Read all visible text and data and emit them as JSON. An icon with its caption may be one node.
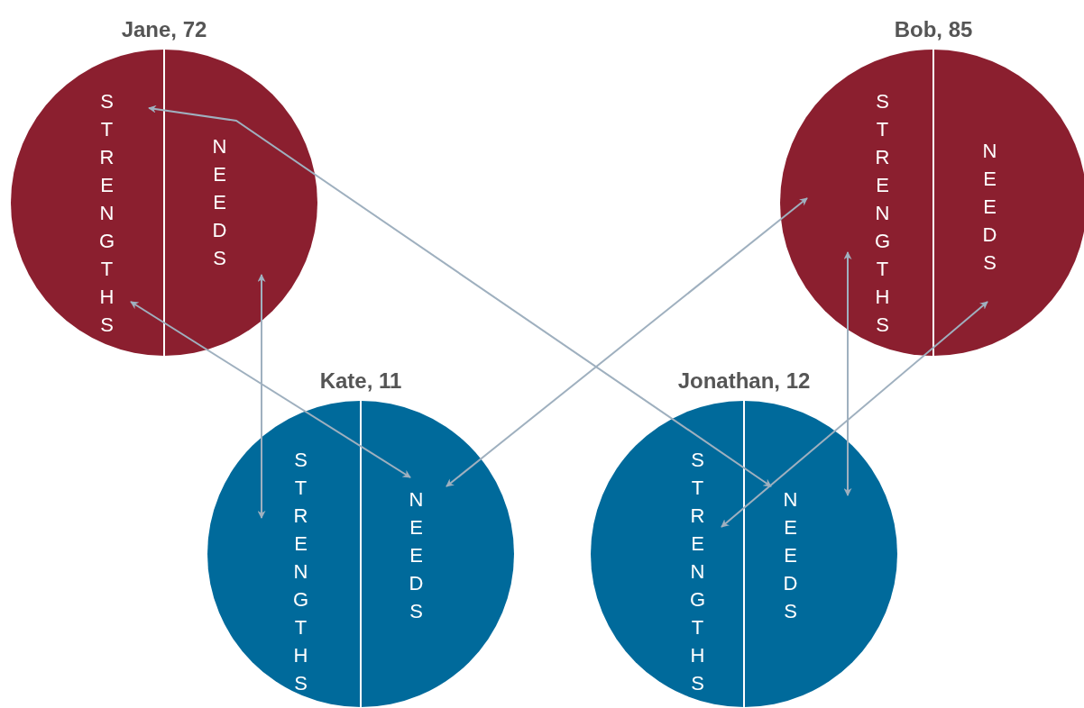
{
  "diagram": {
    "nodes": [
      {
        "text": [
          "Jane, 72"
        ]
      },
      {
        "text": [
          "STRENGTHS"
        ],
        "in": 0
      },
      {
        "text": [
          "NEEDS"
        ],
        "in": 0
      },
      {
        "text": [
          "Bob, 85"
        ]
      },
      {
        "text": [
          "STRENGTHS"
        ],
        "in": 3
      },
      {
        "text": [
          "NEEDS"
        ],
        "in": 3
      },
      {
        "text": [
          "Kate, 11"
        ]
      },
      {
        "text": [
          "STRENGTHS"
        ],
        "in": 6
      },
      {
        "text": [
          "NEEDS"
        ],
        "in": 6
      },
      {
        "text": [
          "Jonathan, 12"
        ]
      },
      {
        "text": [
          "STRENGTHS"
        ],
        "in": 9
      },
      {
        "text": [
          "NEEDS"
        ],
        "in": 9
      }
    ],
    "edges": [
      {
        "from": 1,
        "to": 11,
        "arrow": "both"
      },
      {
        "from": 1,
        "to": 8,
        "arrow": "both"
      },
      {
        "from": 2,
        "to": 7,
        "arrow": "both"
      },
      {
        "from": 4,
        "to": 8,
        "arrow": "both"
      },
      {
        "from": 4,
        "to": 11,
        "arrow": "both"
      },
      {
        "from": 5,
        "to": 10,
        "arrow": "both"
      }
    ]
  }
}
